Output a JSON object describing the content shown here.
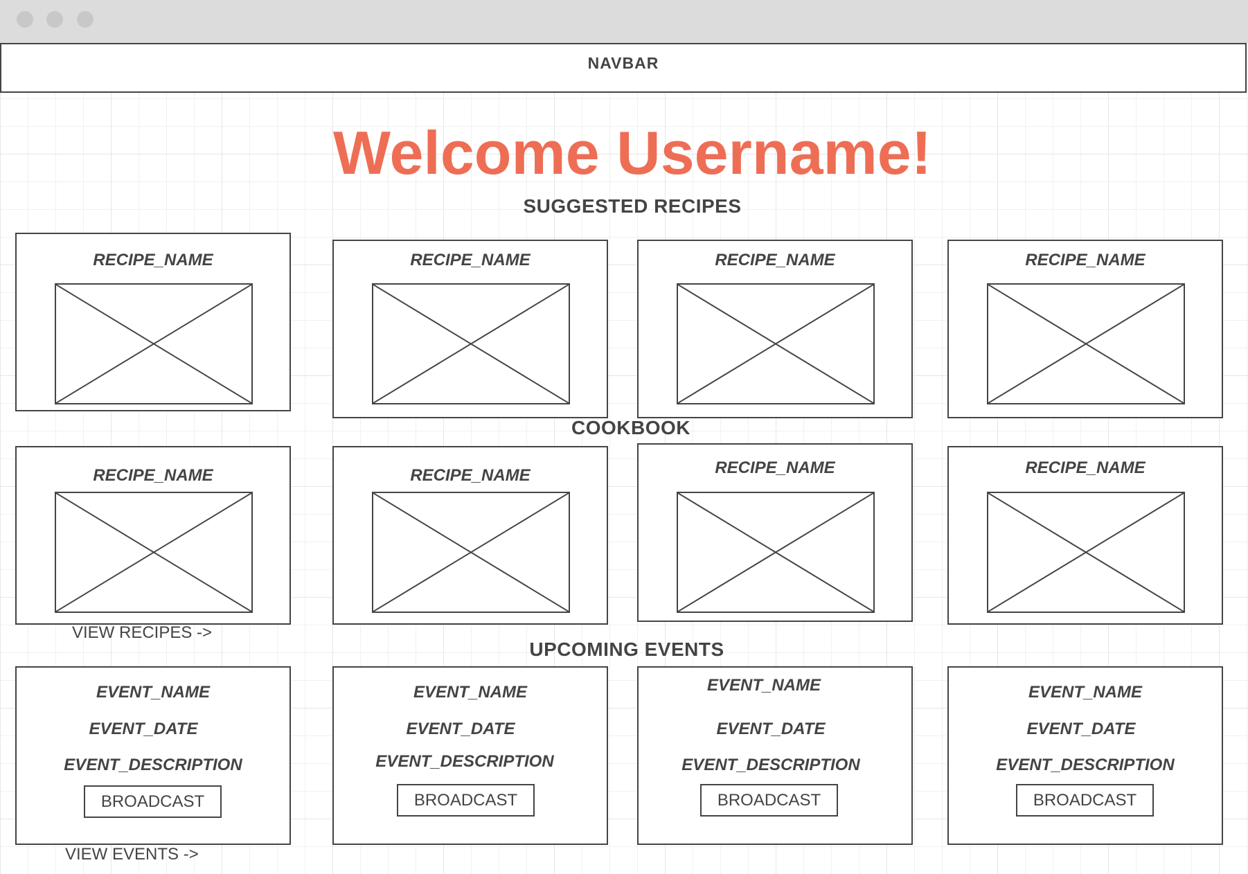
{
  "navbar": {
    "label": "NAVBAR"
  },
  "welcome": {
    "title": "Welcome Username!"
  },
  "suggested": {
    "title": "SUGGESTED RECIPES",
    "cards": [
      {
        "name": "RECIPE_NAME"
      },
      {
        "name": "RECIPE_NAME"
      },
      {
        "name": "RECIPE_NAME"
      },
      {
        "name": "RECIPE_NAME"
      }
    ]
  },
  "cookbook": {
    "title": "COOKBOOK",
    "cards": [
      {
        "name": "RECIPE_NAME"
      },
      {
        "name": "RECIPE_NAME"
      },
      {
        "name": "RECIPE_NAME"
      },
      {
        "name": "RECIPE_NAME"
      }
    ],
    "view_link": "VIEW RECIPES ->"
  },
  "events": {
    "title": "UPCOMING EVENTS",
    "cards": [
      {
        "name": "EVENT_NAME",
        "date": "EVENT_DATE",
        "description": "EVENT_DESCRIPTION",
        "button": "BROADCAST"
      },
      {
        "name": "EVENT_NAME",
        "date": "EVENT_DATE",
        "description": "EVENT_DESCRIPTION",
        "button": "BROADCAST"
      },
      {
        "name": "EVENT_NAME",
        "date": "EVENT_DATE",
        "description": "EVENT_DESCRIPTION",
        "button": "BROADCAST"
      },
      {
        "name": "EVENT_NAME",
        "date": "EVENT_DATE",
        "description": "EVENT_DESCRIPTION",
        "button": "BROADCAST"
      }
    ],
    "view_link": "VIEW EVENTS ->"
  },
  "colors": {
    "accent": "#ee6e55",
    "stroke": "#444444",
    "chrome": "#dcdcdc"
  },
  "icons": {
    "image_placeholder": "image-placeholder-icon"
  }
}
